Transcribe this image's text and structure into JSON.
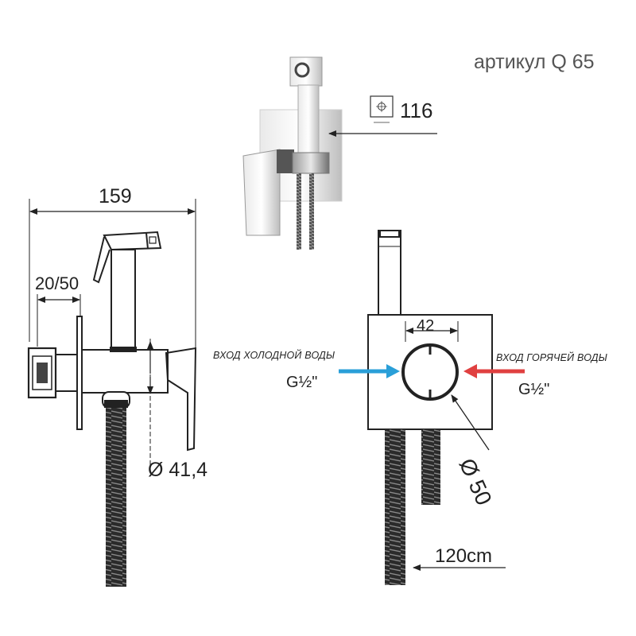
{
  "header": {
    "article": "артикул Q 65"
  },
  "dimensions": {
    "overall_length": "159",
    "wall_offset": "20/50",
    "plate_size": "116",
    "body_diameter": "Ø 41,4",
    "inner_distance": "42",
    "hole_diameter": "Ø 50",
    "hose_length": "120cm"
  },
  "inlets": {
    "cold": {
      "label": "ВХОД ХОЛОДНОЙ ВОДЫ",
      "thread": "G½\"",
      "color": "#2a9fd8"
    },
    "hot": {
      "label": "ВХОД ГОРЯЧЕЙ ВОДЫ",
      "thread": "G½\"",
      "color": "#e04040"
    }
  }
}
